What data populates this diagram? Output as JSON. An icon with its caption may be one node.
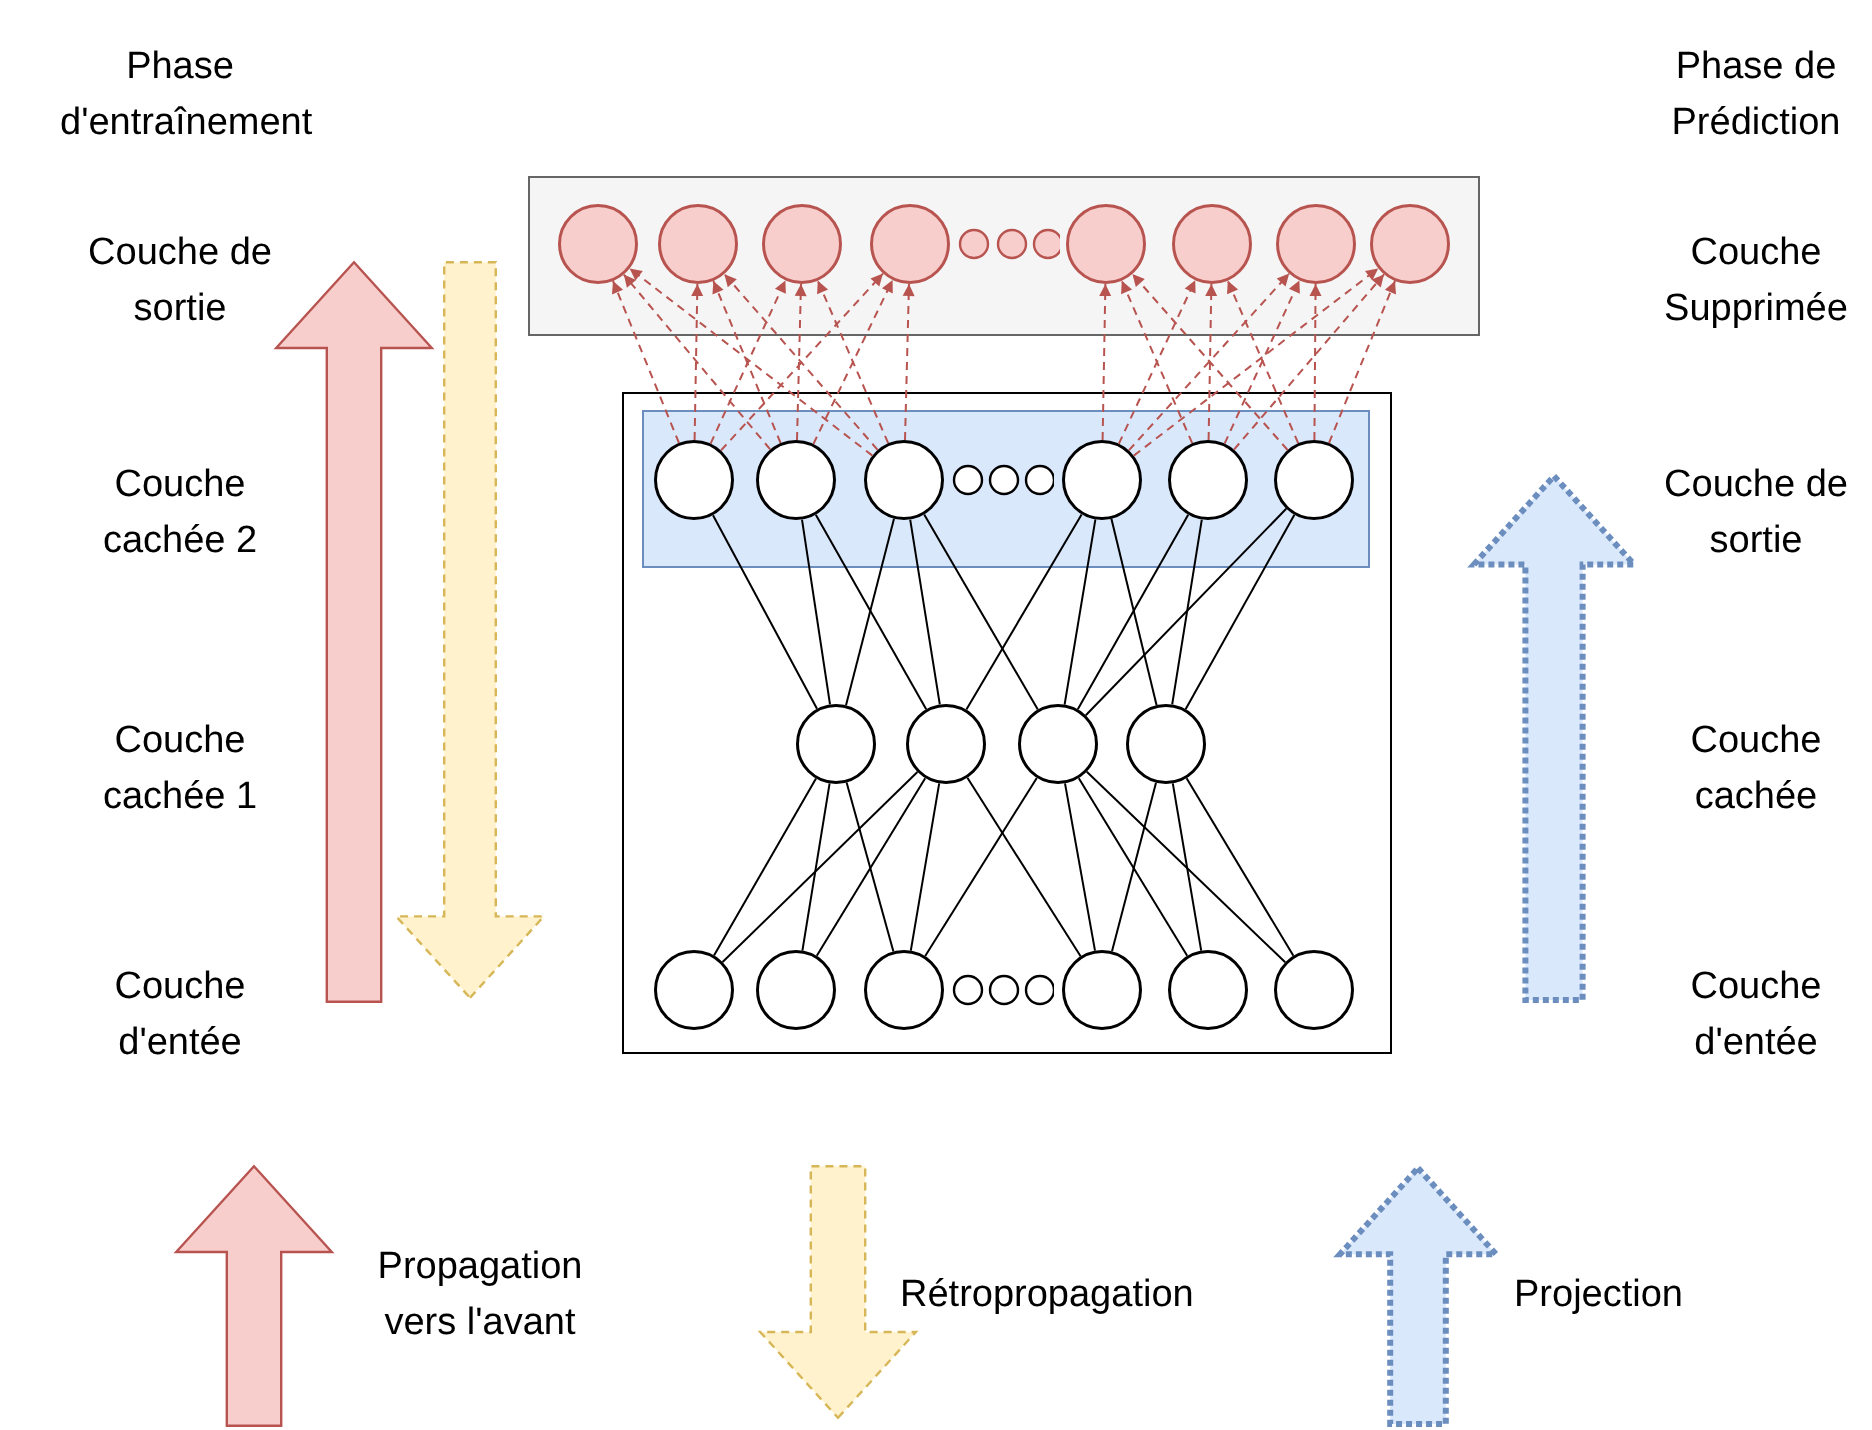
{
  "diagram": {
    "nodes": [
      {
        "text": [],
        "shape": "box"
      },
      {
        "text": [],
        "shape": "circle",
        "in": 0
      },
      {
        "text": [],
        "shape": "circle",
        "in": 0
      },
      {
        "text": [],
        "shape": "circle",
        "in": 0
      },
      {
        "text": [],
        "shape": "circle",
        "in": 0
      },
      {
        "text": [],
        "shape": "circle",
        "in": 0
      },
      {
        "text": [],
        "shape": "circle",
        "in": 0
      },
      {
        "text": [],
        "shape": "circle",
        "in": 0
      },
      {
        "text": [],
        "shape": "circle",
        "in": 0
      },
      {
        "text": [],
        "shape": "box"
      },
      {
        "text": [],
        "shape": "box",
        "in": 9
      },
      {
        "text": [],
        "shape": "circle",
        "in": 10
      },
      {
        "text": [],
        "shape": "circle",
        "in": 10
      },
      {
        "text": [],
        "shape": "circle",
        "in": 10
      },
      {
        "text": [],
        "shape": "circle",
        "in": 10
      },
      {
        "text": [],
        "shape": "circle",
        "in": 10
      },
      {
        "text": [],
        "shape": "circle",
        "in": 10
      },
      {
        "text": [],
        "shape": "circle",
        "in": 9
      },
      {
        "text": [],
        "shape": "circle",
        "in": 9
      },
      {
        "text": [],
        "shape": "circle",
        "in": 9
      },
      {
        "text": [],
        "shape": "circle",
        "in": 9
      },
      {
        "text": [],
        "shape": "circle",
        "in": 9
      },
      {
        "text": [],
        "shape": "circle",
        "in": 9
      },
      {
        "text": [],
        "shape": "circle",
        "in": 9
      },
      {
        "text": [],
        "shape": "circle",
        "in": 9
      },
      {
        "text": [],
        "shape": "circle",
        "in": 9
      },
      {
        "text": [],
        "shape": "circle",
        "in": 9
      }
    ],
    "edges": [
      {
        "from": 11,
        "to": 1,
        "arrow": "to",
        "style": "dashed",
        "color": "#b85450"
      },
      {
        "from": 12,
        "to": 1,
        "arrow": "to",
        "style": "dashed",
        "color": "#b85450"
      },
      {
        "from": 13,
        "to": 1,
        "arrow": "to",
        "style": "dashed",
        "color": "#b85450"
      },
      {
        "from": 11,
        "to": 2,
        "arrow": "to",
        "style": "dashed",
        "color": "#b85450"
      },
      {
        "from": 12,
        "to": 2,
        "arrow": "to",
        "style": "dashed",
        "color": "#b85450"
      },
      {
        "from": 13,
        "to": 2,
        "arrow": "to",
        "style": "dashed",
        "color": "#b85450"
      },
      {
        "from": 11,
        "to": 3,
        "arrow": "to",
        "style": "dashed",
        "color": "#b85450"
      },
      {
        "from": 12,
        "to": 3,
        "arrow": "to",
        "style": "dashed",
        "color": "#b85450"
      },
      {
        "from": 13,
        "to": 3,
        "arrow": "to",
        "style": "dashed",
        "color": "#b85450"
      },
      {
        "from": 11,
        "to": 4,
        "arrow": "to",
        "style": "dashed",
        "color": "#b85450"
      },
      {
        "from": 12,
        "to": 4,
        "arrow": "to",
        "style": "dashed",
        "color": "#b85450"
      },
      {
        "from": 13,
        "to": 4,
        "arrow": "to",
        "style": "dashed",
        "color": "#b85450"
      },
      {
        "from": 14,
        "to": 5,
        "arrow": "to",
        "style": "dashed",
        "color": "#b85450"
      },
      {
        "from": 15,
        "to": 5,
        "arrow": "to",
        "style": "dashed",
        "color": "#b85450"
      },
      {
        "from": 16,
        "to": 5,
        "arrow": "to",
        "style": "dashed",
        "color": "#b85450"
      },
      {
        "from": 14,
        "to": 6,
        "arrow": "to",
        "style": "dashed",
        "color": "#b85450"
      },
      {
        "from": 15,
        "to": 6,
        "arrow": "to",
        "style": "dashed",
        "color": "#b85450"
      },
      {
        "from": 16,
        "to": 6,
        "arrow": "to",
        "style": "dashed",
        "color": "#b85450"
      },
      {
        "from": 14,
        "to": 7,
        "arrow": "to",
        "style": "dashed",
        "color": "#b85450"
      },
      {
        "from": 15,
        "to": 7,
        "arrow": "to",
        "style": "dashed",
        "color": "#b85450"
      },
      {
        "from": 16,
        "to": 7,
        "arrow": "to",
        "style": "dashed",
        "color": "#b85450"
      },
      {
        "from": 14,
        "to": 8,
        "arrow": "to",
        "style": "dashed",
        "color": "#b85450"
      },
      {
        "from": 15,
        "to": 8,
        "arrow": "to",
        "style": "dashed",
        "color": "#b85450"
      },
      {
        "from": 16,
        "to": 8,
        "arrow": "to",
        "style": "dashed",
        "color": "#b85450"
      },
      {
        "from": 11,
        "to": 17,
        "arrow": "none"
      },
      {
        "from": 12,
        "to": 17,
        "arrow": "none"
      },
      {
        "from": 12,
        "to": 18,
        "arrow": "none"
      },
      {
        "from": 13,
        "to": 17,
        "arrow": "none"
      },
      {
        "from": 13,
        "to": 18,
        "arrow": "none"
      },
      {
        "from": 13,
        "to": 19,
        "arrow": "none"
      },
      {
        "from": 14,
        "to": 18,
        "arrow": "none"
      },
      {
        "from": 14,
        "to": 19,
        "arrow": "none"
      },
      {
        "from": 14,
        "to": 20,
        "arrow": "none"
      },
      {
        "from": 15,
        "to": 19,
        "arrow": "none"
      },
      {
        "from": 15,
        "to": 20,
        "arrow": "none"
      },
      {
        "from": 16,
        "to": 19,
        "arrow": "none"
      },
      {
        "from": 16,
        "to": 20,
        "arrow": "none"
      },
      {
        "from": 17,
        "to": 21,
        "arrow": "none"
      },
      {
        "from": 17,
        "to": 22,
        "arrow": "none"
      },
      {
        "from": 17,
        "to": 23,
        "arrow": "none"
      },
      {
        "from": 18,
        "to": 21,
        "arrow": "none"
      },
      {
        "from": 18,
        "to": 22,
        "arrow": "none"
      },
      {
        "from": 18,
        "to": 23,
        "arrow": "none"
      },
      {
        "from": 18,
        "to": 24,
        "arrow": "none"
      },
      {
        "from": 19,
        "to": 23,
        "arrow": "none"
      },
      {
        "from": 19,
        "to": 24,
        "arrow": "none"
      },
      {
        "from": 19,
        "to": 25,
        "arrow": "none"
      },
      {
        "from": 19,
        "to": 26,
        "arrow": "none"
      },
      {
        "from": 20,
        "to": 24,
        "arrow": "none"
      },
      {
        "from": 20,
        "to": 25,
        "arrow": "none"
      },
      {
        "from": 20,
        "to": 26,
        "arrow": "none"
      }
    ],
    "labels": [
      "Phase d'entraînement",
      "Phase de Prédiction",
      "Couche de sortie",
      "Couche Supprimée",
      "Couche cachée 2",
      "Couche de sortie",
      "Couche cachée 1",
      "Couche cachée",
      "Couche d'entée",
      "Couche d'entée"
    ],
    "legend": [
      {
        "text": "Propagation vers l'avant"
      },
      {
        "text": "Rétropropagation"
      },
      {
        "text": "Projection"
      }
    ]
  }
}
